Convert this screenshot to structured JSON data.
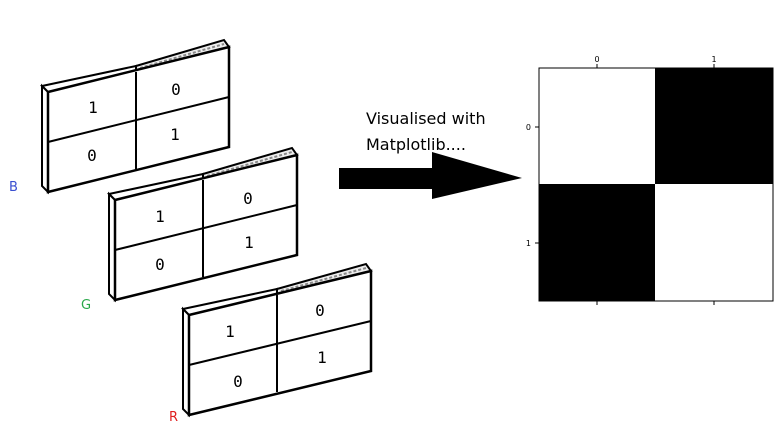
{
  "channels": [
    {
      "label": "B",
      "color": "#3a4fd0",
      "cells": [
        "1",
        "0",
        "0",
        "1"
      ]
    },
    {
      "label": "G",
      "color": "#2aa84a",
      "cells": [
        "1",
        "0",
        "0",
        "1"
      ]
    },
    {
      "label": "R",
      "color": "#e02020",
      "cells": [
        "1",
        "0",
        "0",
        "1"
      ]
    }
  ],
  "caption": {
    "line1": "Visualised with",
    "line2": "Matplotlib...."
  },
  "plot": {
    "xticks": [
      "0",
      "1"
    ],
    "yticks": [
      "0",
      "1"
    ],
    "matrix": [
      [
        1,
        0
      ],
      [
        0,
        1
      ]
    ]
  }
}
